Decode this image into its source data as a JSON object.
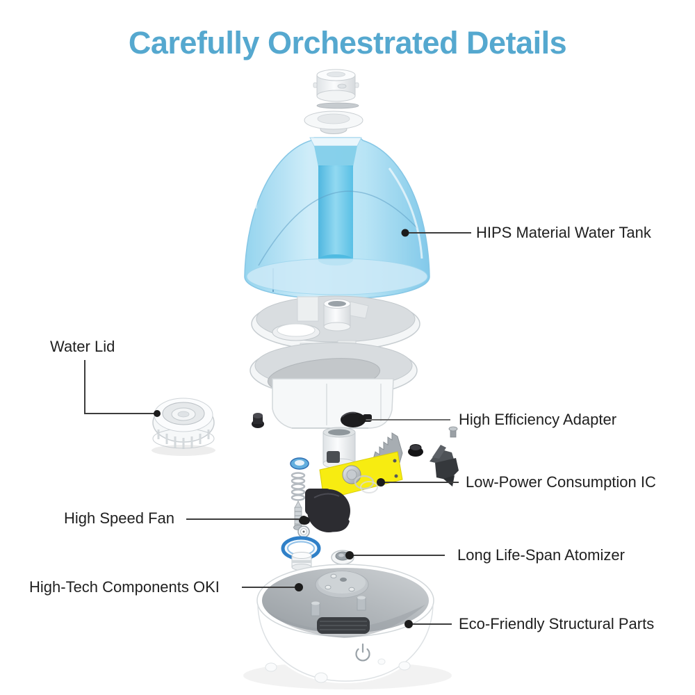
{
  "title": {
    "text": "Carefully Orchestrated Details"
  },
  "labels": {
    "water_tank": {
      "text": "HIPS Material Water Tank"
    },
    "water_lid": {
      "text": "Water Lid"
    },
    "adapter": {
      "text": "High Efficiency Adapter"
    },
    "ic": {
      "text": "Low-Power Consumption IC"
    },
    "fan": {
      "text": "High Speed Fan"
    },
    "atomizer": {
      "text": "Long Life-Span Atomizer"
    },
    "components": {
      "text": "High-Tech Components OKI"
    },
    "base": {
      "text": "Eco-Friendly Structural Parts"
    }
  },
  "icons": {
    "power_button": "power-icon"
  },
  "colors": {
    "title_color": "#55a8cf",
    "label_color": "#1f1f1f",
    "leader_color": "#3c3c3c",
    "tank_blue": "#a6dcf2",
    "tube_blue": "#5cc2e7",
    "pcb_yellow": "#f7ec11",
    "ring_blue": "#2f80c8",
    "bg": "#ffffff"
  }
}
